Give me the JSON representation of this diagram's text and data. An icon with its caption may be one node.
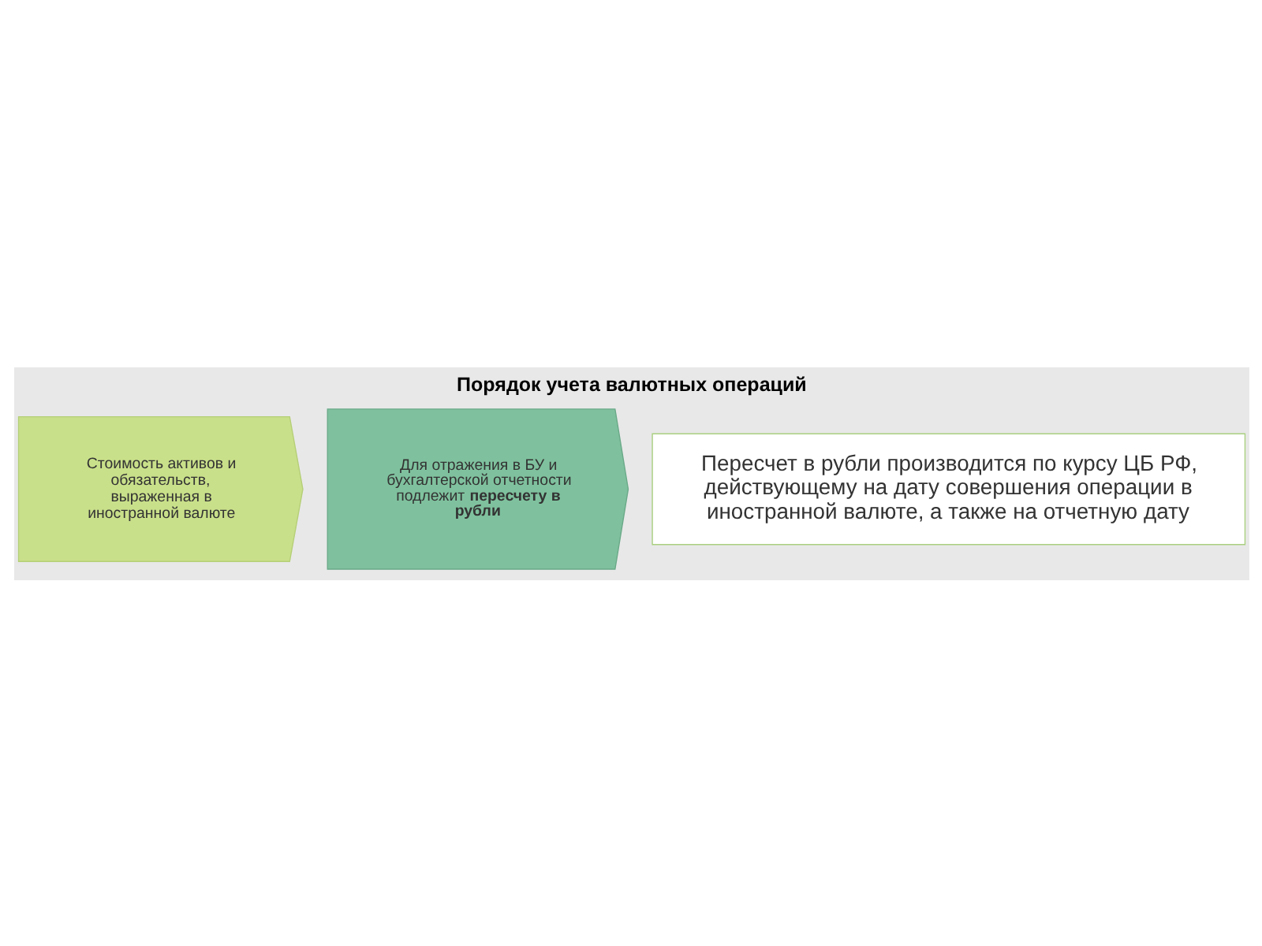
{
  "diagram": {
    "title": "Порядок учета валютных операций",
    "nodes": [
      {
        "text": [
          "Стоимость активов и обязательств, выраженная в иностранной валюте"
        ]
      },
      {
        "text": [
          "Для отражения в БУ и бухгалтерской отчетности подлежит **пересчету в рубли**"
        ]
      },
      {
        "text": [
          "Пересчет в рубли производится по курсу ЦБ РФ, действующему на дату совершения операции в иностранной валюте, а также на отчетную дату"
        ]
      }
    ]
  }
}
